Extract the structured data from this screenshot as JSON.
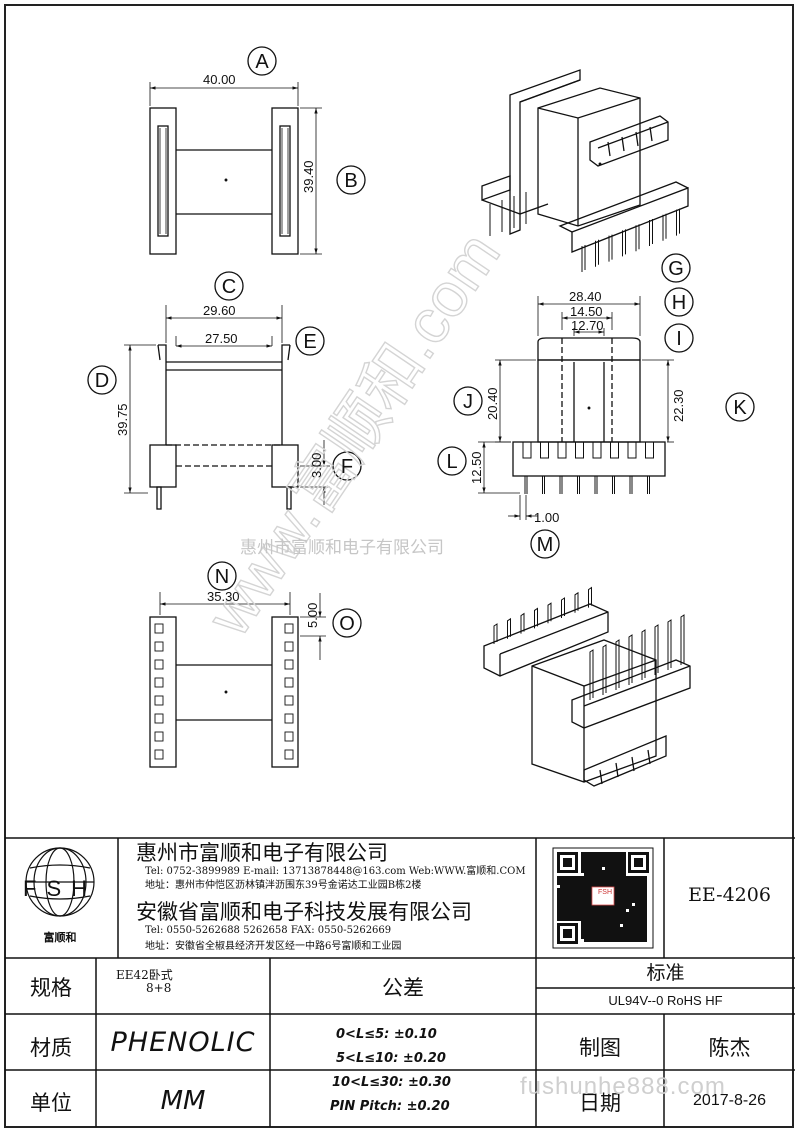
{
  "drawing": {
    "dims": {
      "a": "40.00",
      "b": "39.40",
      "c": "29.60",
      "c2": "27.50",
      "d": "39.75",
      "f": "3.00",
      "n": "35.30",
      "o": "5.00",
      "g": "28.40",
      "h": "14.50",
      "i": "12.70",
      "j": "20.40",
      "k": "22.30",
      "l": "12.50",
      "m": "1.00"
    },
    "callouts": [
      "A",
      "B",
      "C",
      "D",
      "E",
      "F",
      "G",
      "H",
      "I",
      "J",
      "K",
      "L",
      "M",
      "N",
      "O"
    ],
    "watermark_company": "惠州市富顺和电子有限公司",
    "watermark_url": "www.富顺和.com",
    "watermark_site": "fushunhe888.com"
  },
  "title_block": {
    "logo_text": "FSH",
    "logo_caption": "富顺和",
    "company1": "惠州市富顺和电子有限公司",
    "company1_contact": "Tel:   0752-3899989   E-mail: 13713878448@163.com   Web:WWW.富顺和.COM",
    "company1_address": "地址：惠州市仲恺区沥林镇泮沥围东39号金诺达工业园B栋2楼",
    "company2": "安徽省富顺和电子科技发展有限公司",
    "company2_contact": "Tel:   0550-5262688   5262658      FAX: 0550-5262669",
    "company2_address": "地址：安徽省全椒县经济开发区经一中路6号富顺和工业园",
    "qr_badge": "FSH",
    "part_no": "EE-4206",
    "spec_label": "规格",
    "spec_value_line1": "EE42卧式",
    "spec_value_line2": "8+8",
    "material_label": "材质",
    "material_value": "PHENOLIC",
    "unit_label": "单位",
    "unit_value": "MM",
    "tolerance_label": "公差",
    "tolerances": [
      "0<L≤5: ±0.10",
      "5<L≤10: ±0.20",
      "10<L≤30: ±0.30",
      "PIN Pitch: ±0.20"
    ],
    "standard_label": "标准",
    "standard_value": "UL94V--0  RoHS HF",
    "drawn_label": "制图",
    "drawn_value": "陈杰",
    "date_label": "日期",
    "date_value": "2017-8-26"
  }
}
